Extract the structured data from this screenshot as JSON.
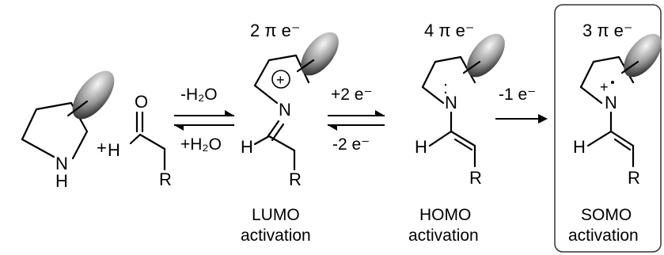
{
  "symbols": {
    "plus": "+",
    "pi": "π"
  },
  "atoms": {
    "N": "N",
    "H": "H",
    "O": "O",
    "R": "R",
    "cation_plus": "+",
    "radical_plus": "+",
    "lone_pair": ":"
  },
  "reactions": {
    "step1_forward": "-H₂O",
    "step1_reverse": "+H₂O",
    "step2_forward": "+2 e⁻",
    "step2_reverse": "-2 e⁻",
    "step3_forward": "-1 e⁻"
  },
  "species": [
    {
      "id": "iminium",
      "electrons": "2 π e⁻",
      "caption_1": "LUMO",
      "caption_2": "activation"
    },
    {
      "id": "enamine",
      "electrons": "4 π e⁻",
      "caption_1": "HOMO",
      "caption_2": "activation"
    },
    {
      "id": "radical-cation",
      "electrons": "3 π e⁻",
      "caption_1": "SOMO",
      "caption_2": "activation"
    }
  ],
  "colors": {
    "ink": "#000000",
    "box_border": "#333333",
    "shield_light": "#f5f5f5",
    "shield_dark": "#2b2b2b"
  }
}
